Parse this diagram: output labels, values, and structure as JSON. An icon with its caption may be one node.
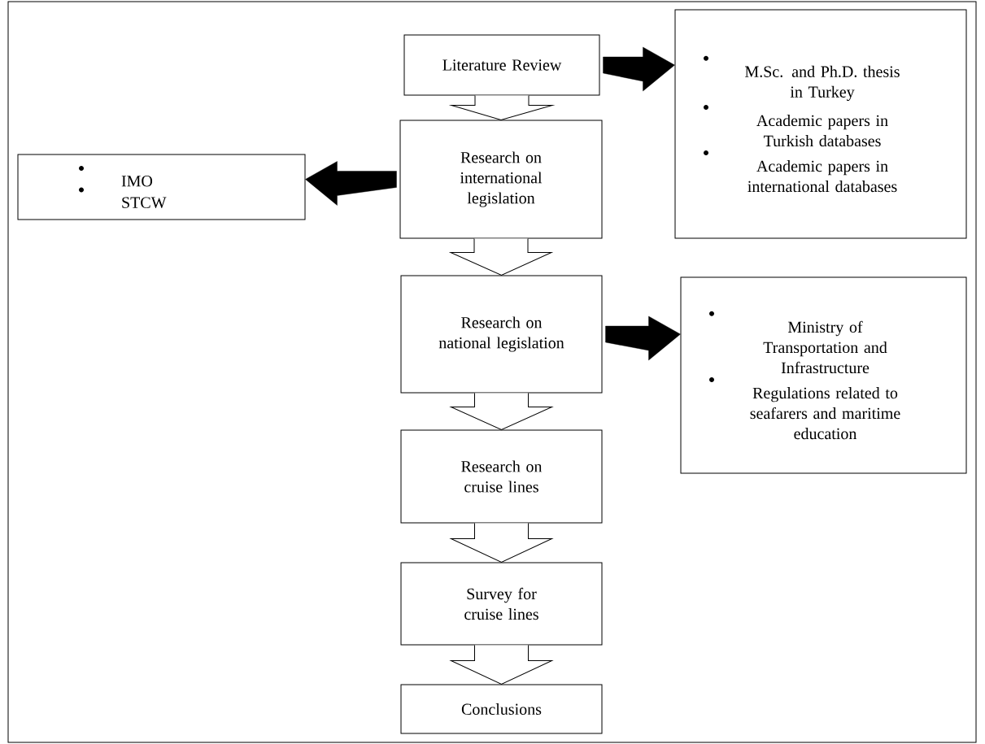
{
  "diagram": {
    "nodes": [
      {
        "text": [
          "Literature Review"
        ]
      },
      {
        "text": [
          "M.Sc. and Ph.D. thesis in Turkey",
          "Academic papers in Turkish databases",
          "Academic papers in international databases"
        ]
      },
      {
        "text": [
          "IMO",
          "STCW"
        ]
      },
      {
        "text": [
          "Research on international legislation"
        ]
      },
      {
        "text": [
          "Research on national legislation"
        ]
      },
      {
        "text": [
          "Ministry of Transportation and Infrastructure",
          "Regulations related to seafarers and maritime education"
        ]
      },
      {
        "text": [
          "Research on cruise lines"
        ]
      },
      {
        "text": [
          "Survey for cruise lines"
        ]
      },
      {
        "text": [
          "Conclusions"
        ]
      }
    ],
    "edges": [
      {
        "from": 0,
        "to": 1,
        "arrow": "to",
        "style": "thick"
      },
      {
        "from": 0,
        "to": 3,
        "arrow": "to"
      },
      {
        "from": 3,
        "to": 2,
        "arrow": "to",
        "style": "thick"
      },
      {
        "from": 3,
        "to": 4,
        "arrow": "to"
      },
      {
        "from": 4,
        "to": 5,
        "arrow": "to",
        "style": "thick"
      },
      {
        "from": 4,
        "to": 6,
        "arrow": "to"
      },
      {
        "from": 6,
        "to": 7,
        "arrow": "to"
      },
      {
        "from": 7,
        "to": 8,
        "arrow": "to"
      }
    ]
  }
}
